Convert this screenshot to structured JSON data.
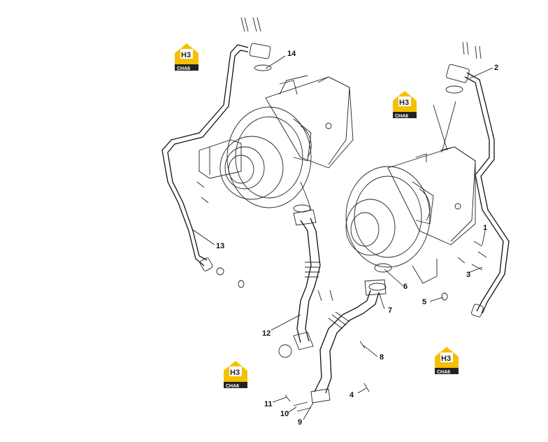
{
  "callouts": [
    "1",
    "2",
    "3",
    "4",
    "5",
    "6",
    "7",
    "8",
    "9",
    "10",
    "11",
    "12",
    "13",
    "14"
  ],
  "watermark": {
    "top_text": "H3",
    "bottom_text": "CHA6",
    "color_yellow": "#F5C000",
    "color_dark": "#222222"
  }
}
